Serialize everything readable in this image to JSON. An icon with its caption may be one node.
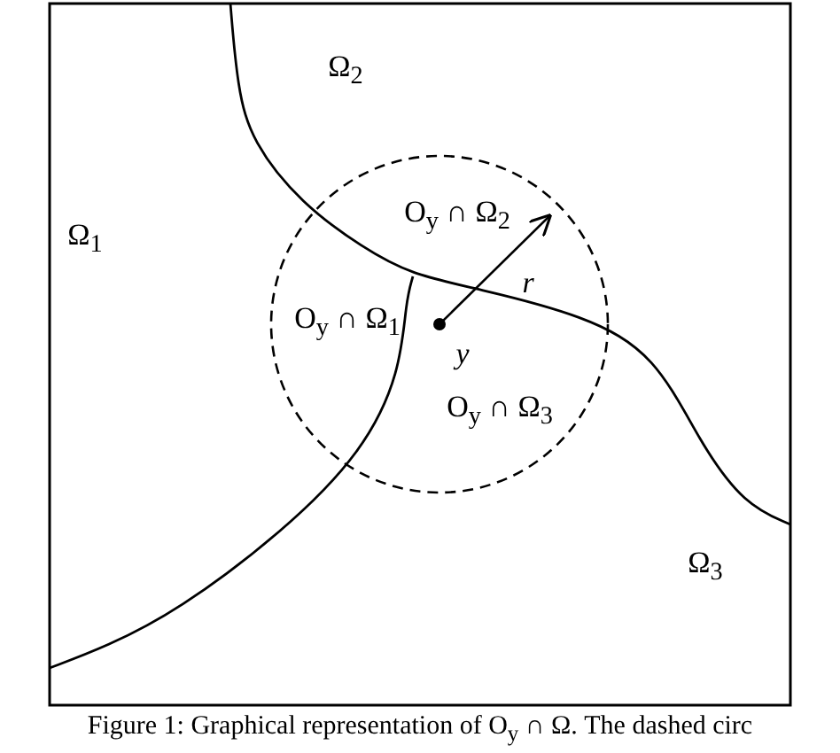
{
  "diagram": {
    "caption": "Figure 1: Graphical representation of O$_{y}$ ∩ Ω. The dashed circ",
    "labels": [
      "Ω$_{2}$",
      "Ω$_{1}$",
      "O$_{y}$ ∩ Ω$_{2}$",
      "r",
      "O$_{y}$ ∩ Ω$_{1}$",
      "y",
      "O$_{y}$ ∩ Ω$_{3}$",
      "Ω$_{3}$"
    ]
  }
}
